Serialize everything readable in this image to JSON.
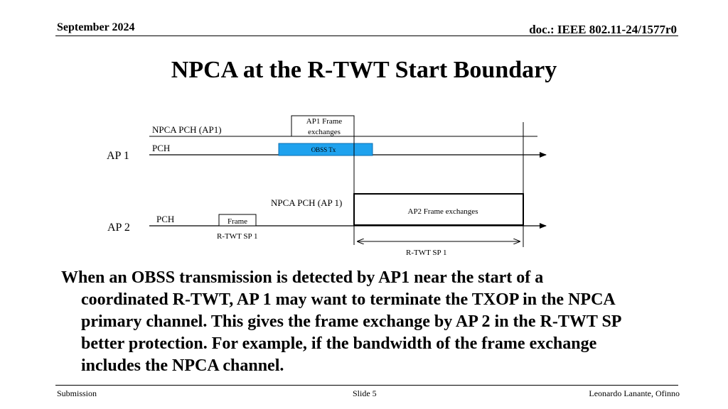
{
  "header": {
    "date": "September 2024",
    "doc": "doc.: IEEE 802.11-24/1577r0"
  },
  "title": "NPCA at the R-TWT Start Boundary",
  "diagram": {
    "ap1_label": "AP 1",
    "ap2_label": "AP 2",
    "ap1_npca_label": "NPCA PCH (AP1)",
    "ap1_pch_label": "PCH",
    "ap1_frame_line1": "AP1 Frame",
    "ap1_frame_line2": "exchanges",
    "obss_label": "OBSS Tx",
    "ap2_npca_label": "NPCA PCH (AP 1)",
    "ap2_frame_label": "AP2 Frame exchanges",
    "ap2_pch_label": "PCH",
    "frame_label": "Frame",
    "rtwt_sp1_small": "R-TWT SP 1",
    "rtwt_sp1_large": "R-TWT SP 1",
    "colors": {
      "obss_fill": "#1fa2ee",
      "obss_stroke": "#0d6fb0",
      "line": "#000000"
    }
  },
  "body": {
    "lines": [
      "When an OBSS transmission is detected by AP1 near the start of a",
      "coordinated R-TWT, AP 1 may want to terminate the TXOP in the NPCA",
      "primary channel. This gives the frame exchange by AP 2 in the R-TWT SP",
      "better protection. For example, if the bandwidth of the frame exchange",
      "includes the NPCA channel."
    ]
  },
  "footer": {
    "left": "Submission",
    "center": "Slide 5",
    "right": "Leonardo Lanante, Ofinno"
  }
}
